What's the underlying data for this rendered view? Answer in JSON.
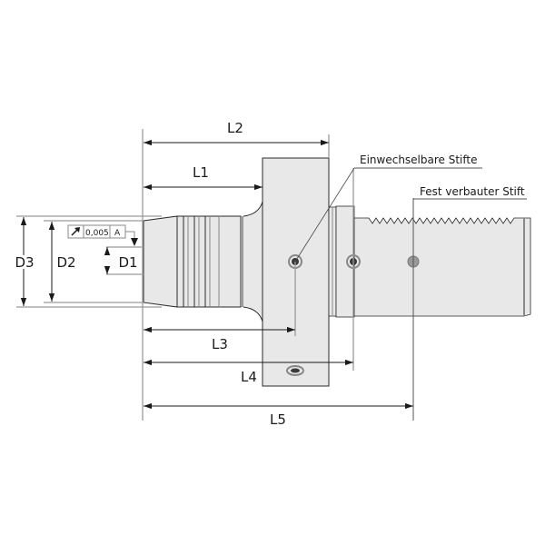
{
  "diagram": {
    "type": "technical-drawing",
    "subject": "tool holder / shank with flange, pins and serrated shank",
    "colors": {
      "body_fill": "#e8e8e8",
      "outline": "#2a2a2a",
      "dim_line": "#1a1a1a",
      "ext_line": "#9a9a9a",
      "pin_dark": "#3a3a3a",
      "pin_ring": "#888888"
    }
  },
  "dimensions": {
    "L1": "L1",
    "L2": "L2",
    "L3": "L3",
    "L4": "L4",
    "L5": "L5",
    "D1": "D1",
    "D2": "D2",
    "D3": "D3"
  },
  "tolerance_frame": {
    "symbol": "circular-runout-arrow",
    "value": "0,005",
    "datum": "A"
  },
  "callouts": {
    "replaceable_pins": "Einwechselbare Stifte",
    "fixed_pin": "Fest verbauter Stift"
  }
}
